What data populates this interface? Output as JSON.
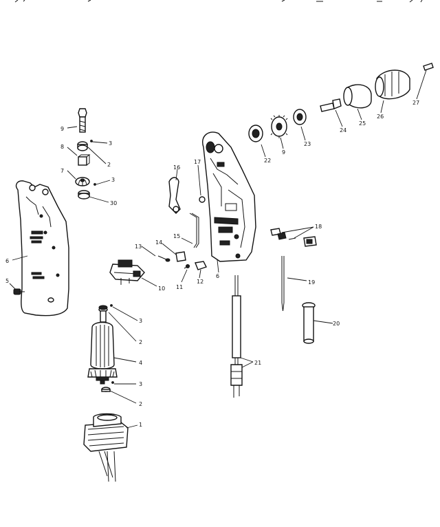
{
  "callouts": {
    "c1": "1",
    "c2a": "2",
    "c2b": "2",
    "c2c": "2",
    "c3a": "3",
    "c3b": "3",
    "c3c": "3",
    "c3d": "3",
    "c4": "4",
    "c5": "5",
    "c6a": "6",
    "c6b": "6",
    "c7": "7",
    "c8": "8",
    "c9a": "9",
    "c9b": "9",
    "c10": "10",
    "c11": "11",
    "c12": "12",
    "c13": "13",
    "c14": "14",
    "c15": "15",
    "c16": "16",
    "c17": "17",
    "c18": "18",
    "c19": "19",
    "c20": "20",
    "c21": "21",
    "c22": "22",
    "c23": "23",
    "c24": "24",
    "c25": "25",
    "c26": "26",
    "c27": "27",
    "c30": "30"
  }
}
